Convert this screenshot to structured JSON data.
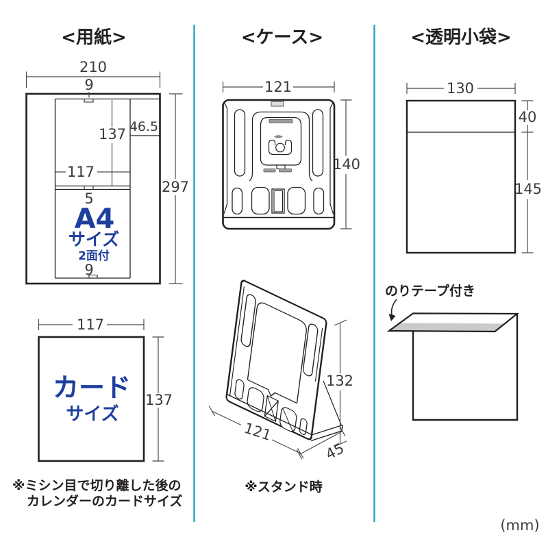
{
  "unit_label": "(mm)",
  "colors": {
    "accent_blue": "#1d3f9e",
    "divider_teal": "#22a7bd",
    "line_dark": "#231f20",
    "dim_gray": "#4c4948",
    "fill_gray": "#9b9b9b",
    "tape_gray": "#c9caca"
  },
  "columns": {
    "paper": {
      "title": "<用紙>",
      "sheet": {
        "width": "210",
        "top_margin": "9",
        "inner_height": "137",
        "corner_width": "46.5",
        "inner_width": "117",
        "gap": "5",
        "height": "297",
        "bottom_margin": "9",
        "label_main": "A4",
        "label_sub": "サイズ",
        "label_note": "2面付"
      },
      "card": {
        "width": "117",
        "height": "137",
        "label_main": "カード",
        "label_sub": "サイズ"
      },
      "note_line1": "※ミシン目で切り離した後の",
      "note_line2": "カレンダーのカードサイズ"
    },
    "case": {
      "title": "<ケース>",
      "front": {
        "width": "121",
        "height": "140"
      },
      "stand": {
        "width": "121",
        "height": "132",
        "depth": "45",
        "caption": "※スタンド時"
      }
    },
    "bag": {
      "title": "<透明小袋>",
      "width": "130",
      "flap_height": "40",
      "body_height": "145",
      "tape_label": "のりテープ付き"
    }
  }
}
